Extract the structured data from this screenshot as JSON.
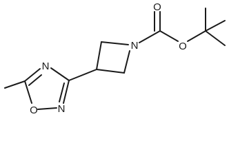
{
  "molecule": {
    "atoms": {
      "n_ring": "N",
      "n_oxadiazole_4": "N",
      "n_oxadiazole_2": "N",
      "o_oxadiazole": "O",
      "o_carbonyl": "O",
      "o_ester": "O"
    }
  }
}
